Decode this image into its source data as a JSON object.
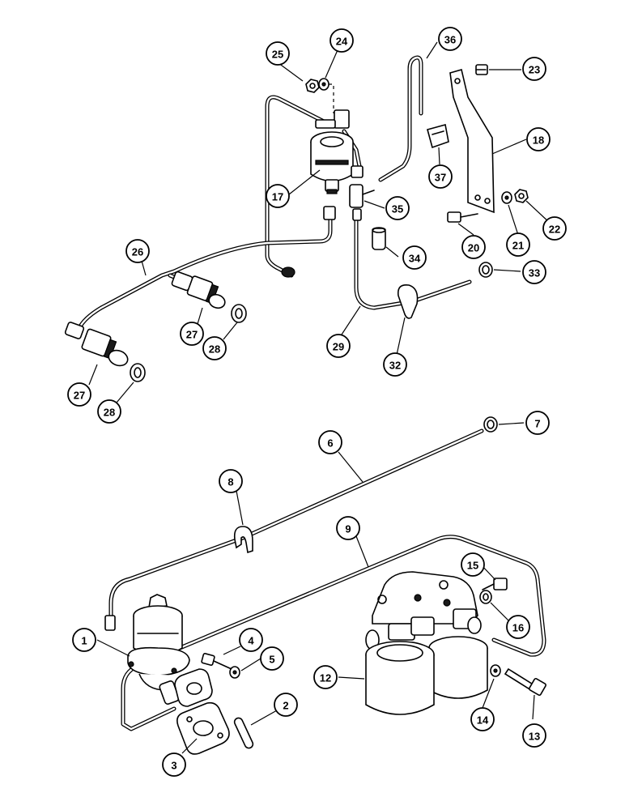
{
  "callouts": [
    {
      "id": "1",
      "label": "1"
    },
    {
      "id": "2",
      "label": "2"
    },
    {
      "id": "3",
      "label": "3"
    },
    {
      "id": "4",
      "label": "4"
    },
    {
      "id": "5",
      "label": "5"
    },
    {
      "id": "6",
      "label": "6"
    },
    {
      "id": "7",
      "label": "7"
    },
    {
      "id": "8",
      "label": "8"
    },
    {
      "id": "9",
      "label": "9"
    },
    {
      "id": "12",
      "label": "12"
    },
    {
      "id": "13",
      "label": "13"
    },
    {
      "id": "14",
      "label": "14"
    },
    {
      "id": "15",
      "label": "15"
    },
    {
      "id": "16",
      "label": "16"
    },
    {
      "id": "17",
      "label": "17"
    },
    {
      "id": "18",
      "label": "18"
    },
    {
      "id": "20",
      "label": "20"
    },
    {
      "id": "21",
      "label": "21"
    },
    {
      "id": "22",
      "label": "22"
    },
    {
      "id": "23",
      "label": "23"
    },
    {
      "id": "24",
      "label": "24"
    },
    {
      "id": "25",
      "label": "25"
    },
    {
      "id": "26",
      "label": "26"
    },
    {
      "id": "27a",
      "label": "27"
    },
    {
      "id": "27b",
      "label": "27"
    },
    {
      "id": "28a",
      "label": "28"
    },
    {
      "id": "28b",
      "label": "28"
    },
    {
      "id": "29",
      "label": "29"
    },
    {
      "id": "32",
      "label": "32"
    },
    {
      "id": "33",
      "label": "33"
    },
    {
      "id": "34",
      "label": "34"
    },
    {
      "id": "35",
      "label": "35"
    },
    {
      "id": "36",
      "label": "36"
    },
    {
      "id": "37",
      "label": "37"
    }
  ]
}
